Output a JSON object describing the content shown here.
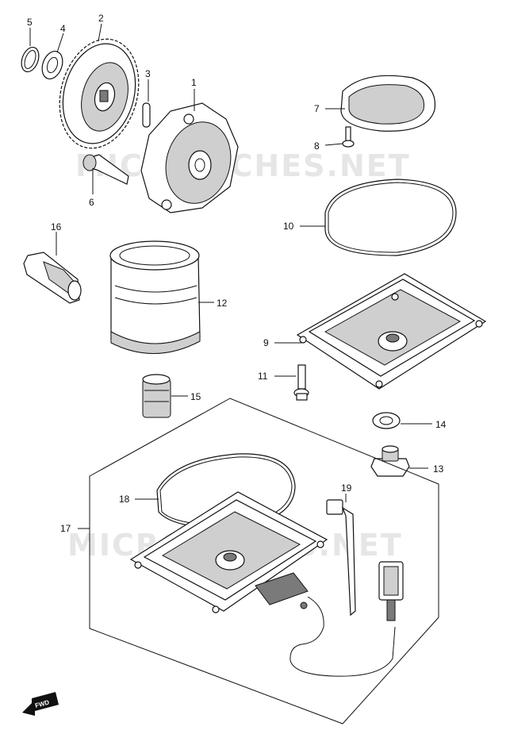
{
  "watermark": "MICROFICHES.NET",
  "fwd_label": "FWD",
  "callouts": {
    "c1": "1",
    "c2": "2",
    "c3": "3",
    "c4": "4",
    "c5": "5",
    "c6": "6",
    "c7": "7",
    "c8": "8",
    "c9": "9",
    "c10": "10",
    "c11": "11",
    "c12": "12",
    "c13": "13",
    "c14": "14",
    "c15": "15",
    "c16": "16",
    "c17": "17",
    "c18": "18",
    "c19": "19"
  }
}
